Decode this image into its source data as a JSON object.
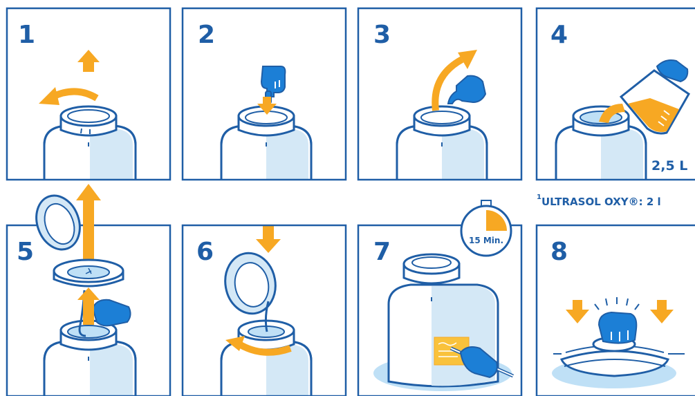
{
  "steps": [
    {
      "number": "1"
    },
    {
      "number": "2"
    },
    {
      "number": "3"
    },
    {
      "number": "4",
      "volume_label": "2,5 L"
    },
    {
      "number": "5"
    },
    {
      "number": "6"
    },
    {
      "number": "7",
      "timer_label": "15 Min."
    },
    {
      "number": "8"
    }
  ],
  "footnote": {
    "superscript": "1",
    "text": "ULTRASOL OXY®: 2 l"
  },
  "colors": {
    "frame": "#1f5ea6",
    "arrow": "#f7a823",
    "glove": "#1c7fd6",
    "tint": "#d4e8f6",
    "label": "#f9c23c"
  }
}
